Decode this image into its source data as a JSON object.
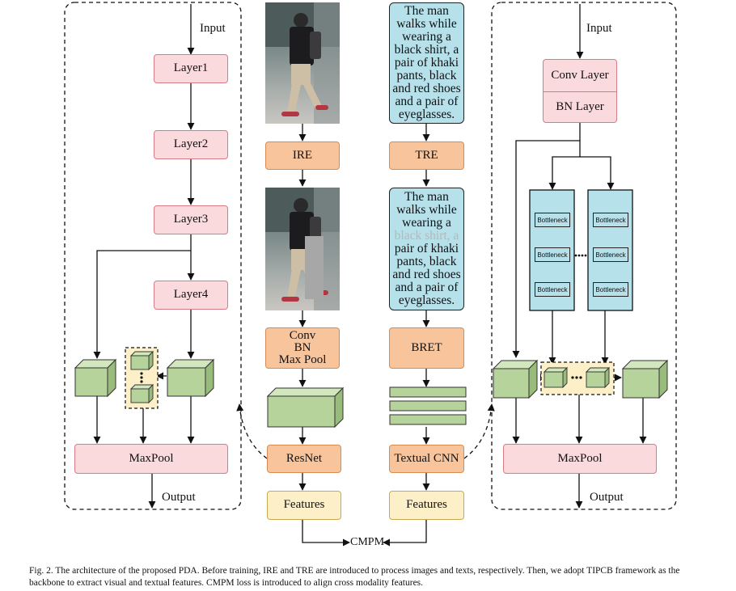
{
  "left_branch": {
    "input": "Input",
    "layers": [
      "Layer1",
      "Layer2",
      "Layer3",
      "Layer4"
    ],
    "maxpool": "MaxPool",
    "output": "Output"
  },
  "image_column": {
    "ire": "IRE",
    "conv_lines": [
      "Conv",
      "BN",
      "Max Pool"
    ],
    "resnet": "ResNet",
    "features": "Features"
  },
  "text_column": {
    "description_lines": [
      "The man",
      "walks while",
      "wearing a",
      "black shirt, a",
      "pair of khaki",
      "pants, black",
      "and red shoes",
      "and a pair of",
      "eyeglasses."
    ],
    "erased_lines": [
      "The man",
      "walks while",
      "wearing a",
      "black shirt, a",
      "pair of khaki",
      "pants, black",
      "and red shoes",
      "and a pair of",
      "eyeglasses."
    ],
    "tre": "TRE",
    "bret": "BRET",
    "textual_cnn": "Textual CNN",
    "features": "Features"
  },
  "cmpm": "CMPM",
  "right_branch": {
    "input": "Input",
    "conv_layer": "Conv Layer",
    "bn_layer": "BN Layer",
    "bottleneck_label": "Bottleneck",
    "maxpool": "MaxPool",
    "output": "Output"
  },
  "caption": "Fig. 2.  The architecture of the proposed PDA. Before training, IRE and TRE are introduced to process images and texts, respectively. Then, we adopt TIPCB framework as the backbone to extract visual and textual features. CMPM loss is introduced to align cross modality features.",
  "colors": {
    "pink_fill": "#fadadd",
    "orange_fill": "#f8c49b",
    "cream_fill": "#fdf0c8",
    "blue_fill": "#b6e0ea",
    "green_fill": "#b5d39b"
  }
}
